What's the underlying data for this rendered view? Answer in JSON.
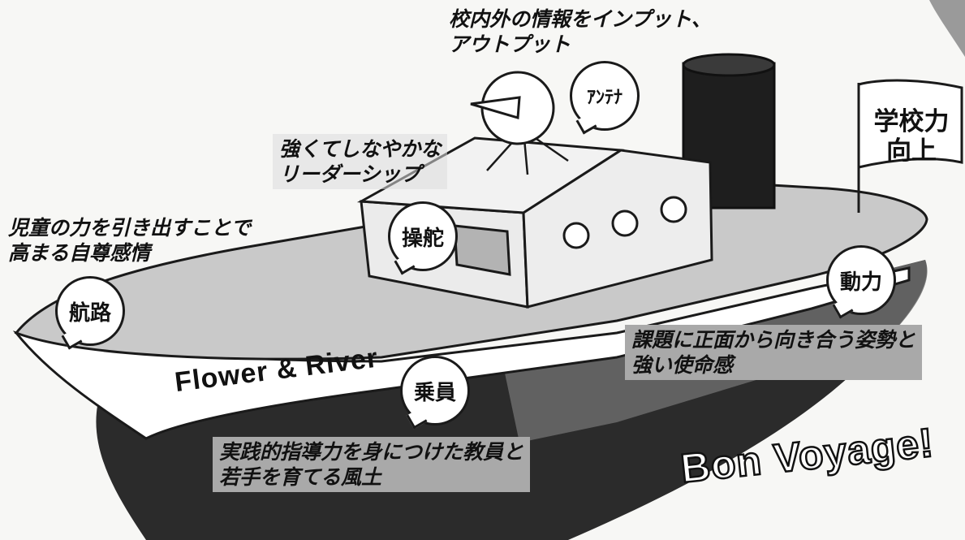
{
  "diagram": {
    "captions": {
      "antenna_caption": "校内外の情報をインプット、\nアウトプット",
      "leadership_caption": "強くてしなやかな\nリーダーシップ",
      "selfesteem_caption": "児童の力を引き出すことで\n高まる自尊感情",
      "mission_caption": "課題に正面から向き合う姿勢と\n強い使命感",
      "teachers_caption": "実践的指導力を身につけた教員と\n若手を育てる風土"
    },
    "bubbles": {
      "antenna": "ｱﾝﾃﾅ",
      "rudder": "操舵",
      "route": "航路",
      "power": "動力",
      "crew": "乗員"
    },
    "ship_name": "Flower & River",
    "flag_text": "学校力\n向上",
    "slogan": "Bon Voyage!"
  }
}
